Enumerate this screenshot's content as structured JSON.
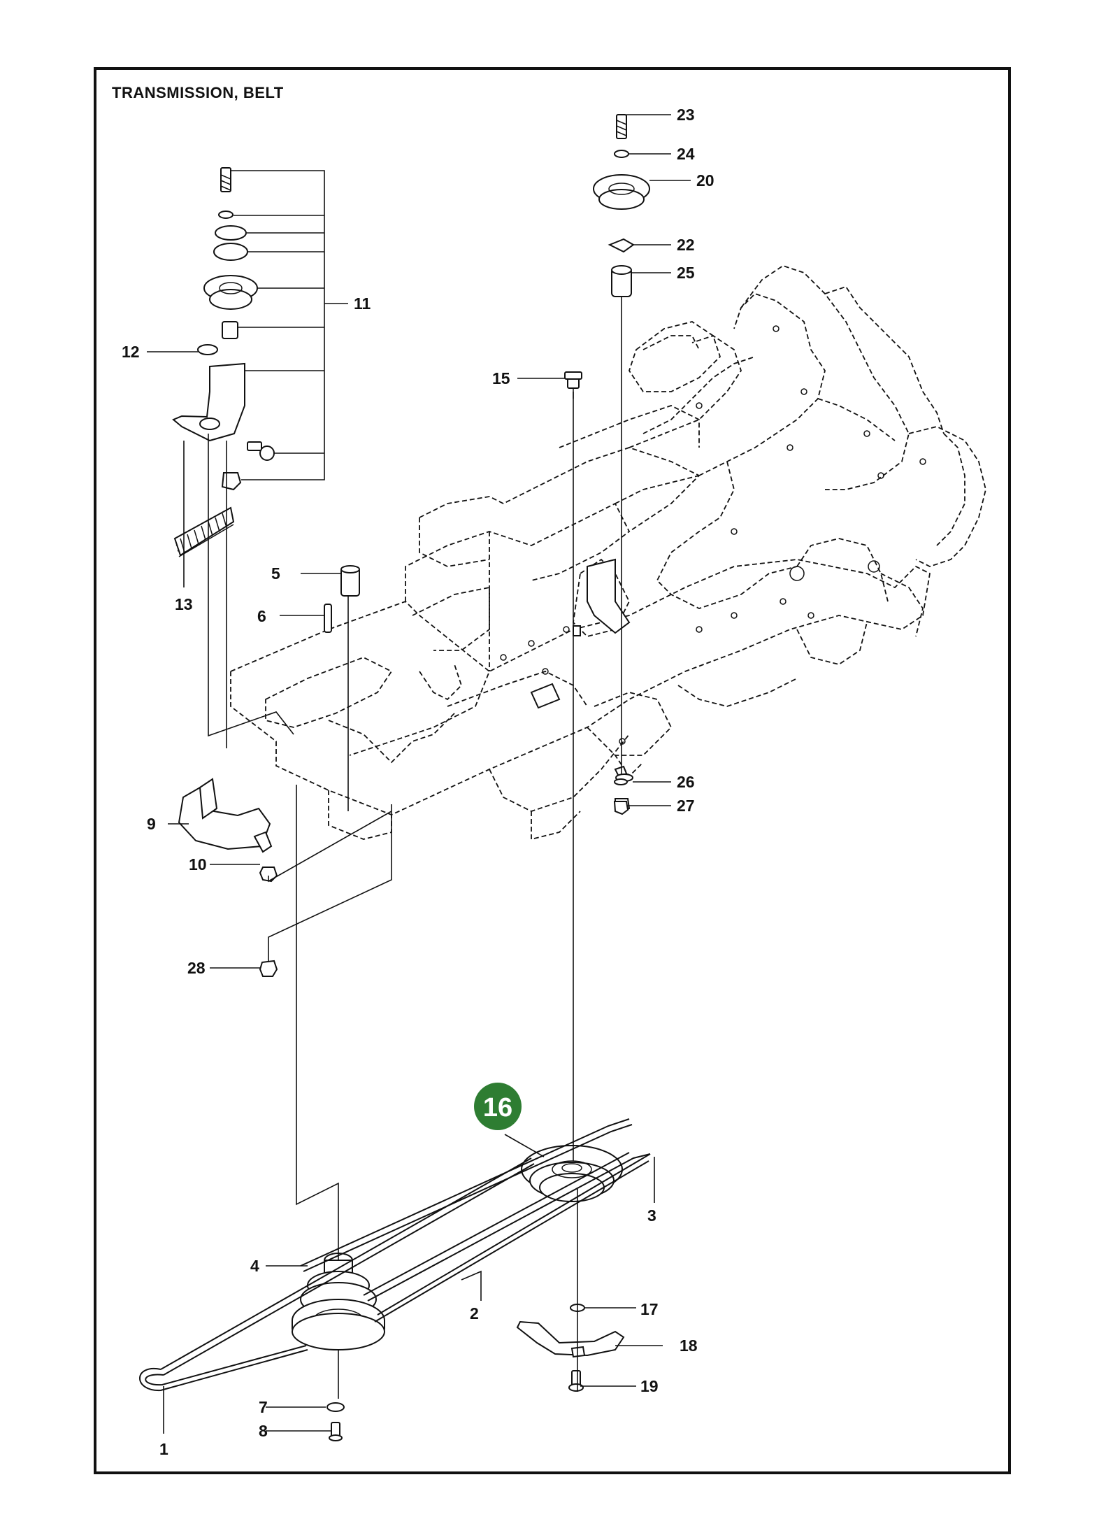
{
  "title": "TRANSMISSION, BELT",
  "highlighted_part": "16",
  "callouts": {
    "p1": "1",
    "p2": "2",
    "p3": "3",
    "p4": "4",
    "p5": "5",
    "p6": "6",
    "p7": "7",
    "p8": "8",
    "p9": "9",
    "p10": "10",
    "p11": "11",
    "p12": "12",
    "p13": "13",
    "p15": "15",
    "p17": "17",
    "p18": "18",
    "p19": "19",
    "p20": "20",
    "p22": "22",
    "p23": "23",
    "p24": "24",
    "p25": "25",
    "p26": "26",
    "p27": "27",
    "p28": "28"
  }
}
